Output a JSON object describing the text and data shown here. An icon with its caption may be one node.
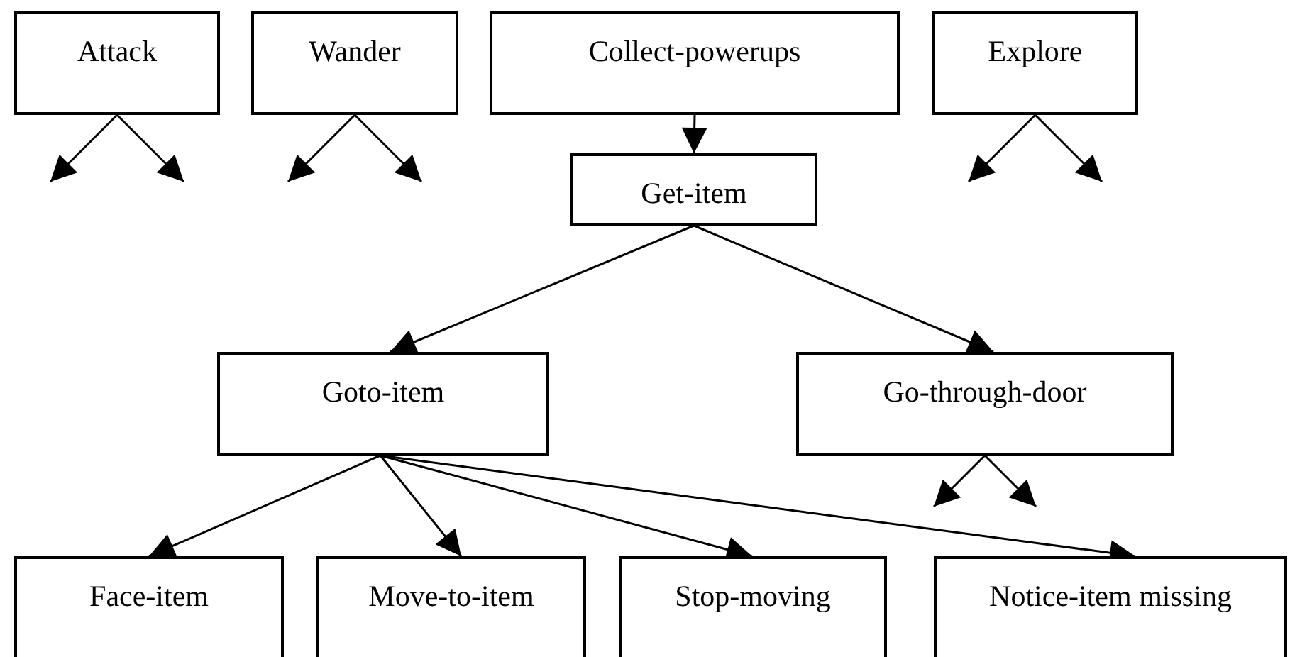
{
  "diagram": {
    "nodes": [
      {
        "text": [
          "Attack"
        ]
      },
      {
        "text": [
          "Wander"
        ]
      },
      {
        "text": [
          "Collect-powerups"
        ]
      },
      {
        "text": [
          "Explore"
        ]
      },
      {
        "text": [
          "Get-item"
        ]
      },
      {
        "text": [
          "Goto-item"
        ]
      },
      {
        "text": [
          "Go-through-door"
        ]
      },
      {
        "text": [
          "Face-item"
        ]
      },
      {
        "text": [
          "Move-to-item"
        ]
      },
      {
        "text": [
          "Stop-moving"
        ]
      },
      {
        "text": [
          "Notice-item missing"
        ]
      }
    ],
    "edges": [
      {
        "from": 0,
        "to": null,
        "arrow": "to"
      },
      {
        "from": 0,
        "to": null,
        "arrow": "to"
      },
      {
        "from": 1,
        "to": null,
        "arrow": "to"
      },
      {
        "from": 1,
        "to": null,
        "arrow": "to"
      },
      {
        "from": 2,
        "to": 4,
        "arrow": "to"
      },
      {
        "from": 3,
        "to": null,
        "arrow": "to"
      },
      {
        "from": 3,
        "to": null,
        "arrow": "to"
      },
      {
        "from": 4,
        "to": 5,
        "arrow": "to"
      },
      {
        "from": 4,
        "to": 6,
        "arrow": "to"
      },
      {
        "from": 6,
        "to": null,
        "arrow": "to"
      },
      {
        "from": 6,
        "to": null,
        "arrow": "to"
      },
      {
        "from": 5,
        "to": 7,
        "arrow": "to"
      },
      {
        "from": 5,
        "to": 8,
        "arrow": "to"
      },
      {
        "from": 5,
        "to": 9,
        "arrow": "to"
      },
      {
        "from": 5,
        "to": 10,
        "arrow": "to"
      }
    ]
  }
}
